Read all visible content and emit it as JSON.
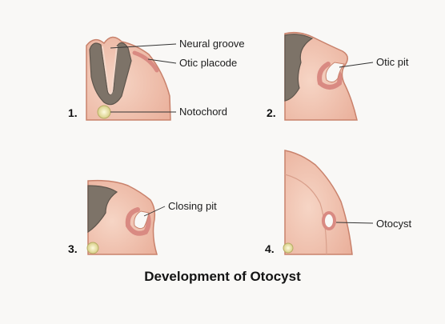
{
  "title": "Development of Otocyst",
  "panels": [
    {
      "number": "1.",
      "labels": [
        "Neural groove",
        "Otic placode",
        "Notochord"
      ]
    },
    {
      "number": "2.",
      "labels": [
        "Otic pit"
      ]
    },
    {
      "number": "3.",
      "labels": [
        "Closing pit"
      ]
    },
    {
      "number": "4.",
      "labels": [
        "Otocyst"
      ]
    }
  ],
  "colors": {
    "background": "#f9f8f6",
    "tissue": "#f0c3b0",
    "tissue_edge": "#c9826c",
    "neural_tissue": "#7d7368",
    "otic_epithelium": "#d98a82",
    "notochord": "#e7e2a9"
  }
}
